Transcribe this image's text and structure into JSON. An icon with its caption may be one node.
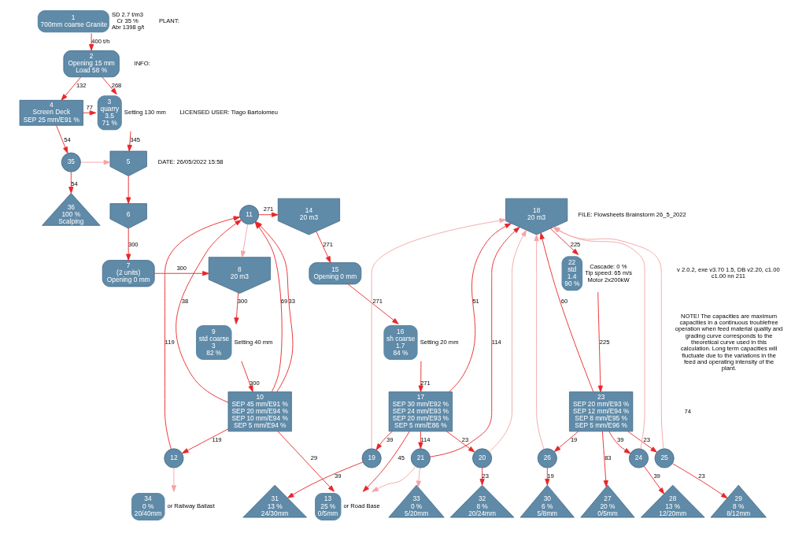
{
  "diagram": {
    "nodes": [
      {
        "text": [
          "1",
          "700mm coarse Granite"
        ],
        "beside": [
          "SD 2.7 t/m3",
          "Cr 35 %",
          "Abr 1398 g/t"
        ]
      },
      {
        "text": [
          "2",
          "Opening 15 mm",
          "Load 58 %"
        ]
      },
      {
        "text": [
          "3",
          "quarry",
          "3.5",
          "71 %"
        ],
        "beside": [
          "Setting 130 mm"
        ]
      },
      {
        "text": [
          "4",
          "Screen Deck",
          "SEP 25 mm/E91 %"
        ]
      },
      {
        "text": [
          "5"
        ]
      },
      {
        "text": [
          "6"
        ]
      },
      {
        "text": [
          "7",
          "(2 units)",
          "Opening 0 mm"
        ]
      },
      {
        "text": [
          "8",
          "20 m3"
        ]
      },
      {
        "text": [
          "9",
          "std coarse",
          "3",
          "82 %"
        ],
        "beside": [
          "Setting 40 mm"
        ]
      },
      {
        "text": [
          "10",
          "SEP 45 mm/E91 %",
          "SEP 20 mm/E94 %",
          "SEP 10 mm/E94 %",
          "SEP 5 mm/E94 %"
        ]
      },
      {
        "text": [
          "11"
        ]
      },
      {
        "text": [
          "12"
        ]
      },
      {
        "text": [
          "13",
          "25 %",
          "0/5mm"
        ],
        "beside": [
          "or Road Base"
        ]
      },
      {
        "text": [
          "14",
          "20 m3"
        ]
      },
      {
        "text": [
          "15",
          "Opening 0 mm"
        ]
      },
      {
        "text": [
          "16",
          "sh coarse",
          "1.7",
          "84 %"
        ],
        "beside": [
          "Setting 20 mm"
        ]
      },
      {
        "text": [
          "17",
          "SEP 30 mm/E92 %",
          "SEP 24 mm/E93 %",
          "SEP 20 mm/E93 %",
          "SEP 5 mm/E86 %"
        ]
      },
      {
        "text": [
          "18",
          "20 m3"
        ]
      },
      {
        "text": [
          "19"
        ]
      },
      {
        "text": [
          "20"
        ]
      },
      {
        "text": [
          "21"
        ]
      },
      {
        "text": [
          "22",
          "std",
          "1.4",
          "90 %"
        ],
        "beside": [
          "Cascade: 0 %",
          "Tip speed: 65 m/s",
          "Motor 2x200kW"
        ]
      },
      {
        "text": [
          "23",
          "SEP 20 mm/E93 %",
          "SEP 12 mm/E94 %",
          "SEP 8 mm/E95 %",
          "SEP 5 mm/E96 %"
        ]
      },
      {
        "text": [
          "24"
        ]
      },
      {
        "text": [
          "25"
        ]
      },
      {
        "text": [
          "26"
        ]
      },
      {
        "text": [
          "27",
          "20 %",
          "0/5mm"
        ]
      },
      {
        "text": [
          "28",
          "13 %",
          "12/20mm"
        ]
      },
      {
        "text": [
          "29",
          "8 %",
          "8/12mm"
        ]
      },
      {
        "text": [
          "30",
          "6 %",
          "5/8mm"
        ]
      },
      {
        "text": [
          "31",
          "13 %",
          "24/30mm"
        ]
      },
      {
        "text": [
          "32",
          "8 %",
          "20/24mm"
        ]
      },
      {
        "text": [
          "33",
          "0 %",
          "5/20mm"
        ]
      },
      {
        "text": [
          "34",
          "0 %",
          "20/40mm"
        ],
        "beside": [
          "or Railway Ballast"
        ]
      },
      {
        "text": [
          "35"
        ]
      },
      {
        "text": [
          "36",
          "100 %",
          "Scalping"
        ]
      }
    ],
    "edges": [
      {
        "from": 0,
        "to": 1,
        "arrow": "to",
        "label": "400 t/h"
      },
      {
        "from": 1,
        "to": 2,
        "arrow": "to",
        "label": "268"
      },
      {
        "from": 1,
        "to": 3,
        "arrow": "to",
        "label": "132"
      },
      {
        "from": 3,
        "to": 2,
        "arrow": "to",
        "label": "77"
      },
      {
        "from": 3,
        "to": 34,
        "arrow": "to",
        "label": "54"
      },
      {
        "from": 2,
        "to": 4,
        "arrow": "to",
        "label": "345"
      },
      {
        "from": 34,
        "to": 35,
        "arrow": "to",
        "label": "54"
      },
      {
        "from": 34,
        "to": 4,
        "arrow": "to",
        "color": "#f5a3a5"
      },
      {
        "from": 4,
        "to": 5,
        "arrow": "to"
      },
      {
        "from": 5,
        "to": 6,
        "arrow": "to",
        "label": "300"
      },
      {
        "from": 6,
        "to": 7,
        "arrow": "to",
        "label": "300"
      },
      {
        "from": 7,
        "to": 8,
        "arrow": "to",
        "label": "300"
      },
      {
        "from": 8,
        "to": 9,
        "arrow": "to",
        "label": "300"
      },
      {
        "from": 9,
        "to": 10,
        "arrow": "to",
        "label": "69"
      },
      {
        "from": 9,
        "to": 11,
        "arrow": "to",
        "label": "119"
      },
      {
        "from": 9,
        "to": 10,
        "arrow": "to",
        "label": "33"
      },
      {
        "from": 9,
        "to": 10,
        "arrow": "to",
        "label": "38"
      },
      {
        "from": 9,
        "to": 12,
        "arrow": "to",
        "label": "29"
      },
      {
        "from": 11,
        "to": 10,
        "arrow": "to",
        "label": "119"
      },
      {
        "from": 11,
        "to": 33,
        "arrow": "to",
        "color": "#f5a3a5"
      },
      {
        "from": 10,
        "to": 13,
        "arrow": "to",
        "label": "271"
      },
      {
        "from": 10,
        "to": 7,
        "arrow": "to",
        "color": "#f5a3a5"
      },
      {
        "from": 13,
        "to": 14,
        "arrow": "to",
        "label": "271"
      },
      {
        "from": 14,
        "to": 15,
        "arrow": "to",
        "label": "271"
      },
      {
        "from": 15,
        "to": 16,
        "arrow": "to",
        "label": "271"
      },
      {
        "from": 16,
        "to": 17,
        "arrow": "to",
        "label": "51"
      },
      {
        "from": 16,
        "to": 18,
        "arrow": "to",
        "label": "39"
      },
      {
        "from": 16,
        "to": 19,
        "arrow": "to",
        "label": "23"
      },
      {
        "from": 16,
        "to": 20,
        "arrow": "to",
        "label": "114"
      },
      {
        "from": 16,
        "to": 12,
        "arrow": "to",
        "label": "45"
      },
      {
        "from": 18,
        "to": 30,
        "arrow": "to",
        "label": "39"
      },
      {
        "from": 18,
        "to": 17,
        "arrow": "to",
        "color": "#f5a3a5"
      },
      {
        "from": 19,
        "to": 31,
        "arrow": "to",
        "label": "23"
      },
      {
        "from": 19,
        "to": 17,
        "arrow": "to",
        "color": "#f5a3a5"
      },
      {
        "from": 20,
        "to": 17,
        "arrow": "to",
        "label": "114"
      },
      {
        "from": 20,
        "to": 32,
        "arrow": "to",
        "color": "#f5a3a5"
      },
      {
        "from": 20,
        "to": 12,
        "arrow": "to",
        "color": "#f5a3a5"
      },
      {
        "from": 17,
        "to": 21,
        "arrow": "to",
        "label": "225"
      },
      {
        "from": 21,
        "to": 22,
        "arrow": "to",
        "label": "225"
      },
      {
        "from": 22,
        "to": 17,
        "arrow": "to",
        "label": "60"
      },
      {
        "from": 22,
        "to": 23,
        "arrow": "to",
        "label": "39"
      },
      {
        "from": 22,
        "to": 24,
        "arrow": "to",
        "label": "23"
      },
      {
        "from": 22,
        "to": 25,
        "arrow": "to",
        "label": "19"
      },
      {
        "from": 22,
        "to": 26,
        "arrow": "to",
        "label": "83"
      },
      {
        "from": 23,
        "to": 27,
        "arrow": "to",
        "label": "39"
      },
      {
        "from": 23,
        "to": 17,
        "arrow": "to",
        "color": "#f5a3a5"
      },
      {
        "from": 24,
        "to": 28,
        "arrow": "to",
        "label": "23"
      },
      {
        "from": 24,
        "to": 17,
        "arrow": "to",
        "color": "#f5a3a5"
      },
      {
        "from": 25,
        "to": 29,
        "arrow": "to",
        "label": "19"
      },
      {
        "from": 25,
        "to": 17,
        "arrow": "to",
        "color": "#f5a3a5"
      }
    ],
    "labels": [
      "PLANT:",
      "INFO:",
      "LICENSED USER: Tiago Bartolomeu",
      "DATE: 26/05/2022 15:58",
      "FILE: Flowsheets Brainstorm 26_5_2022",
      "v 2.0.2, exe v3.70 1.5, DB v2.20, c1.00 c1.00 nn 211",
      "NOTE! The capacities are maximum capacities in a continuous troublefree operation when feed material quality and grading curve corresponds to the theoretical curve used in this calculation. Long term capacities will fluctuate due to the variations in the feed and operating intensity of the plant.",
      "74"
    ]
  }
}
